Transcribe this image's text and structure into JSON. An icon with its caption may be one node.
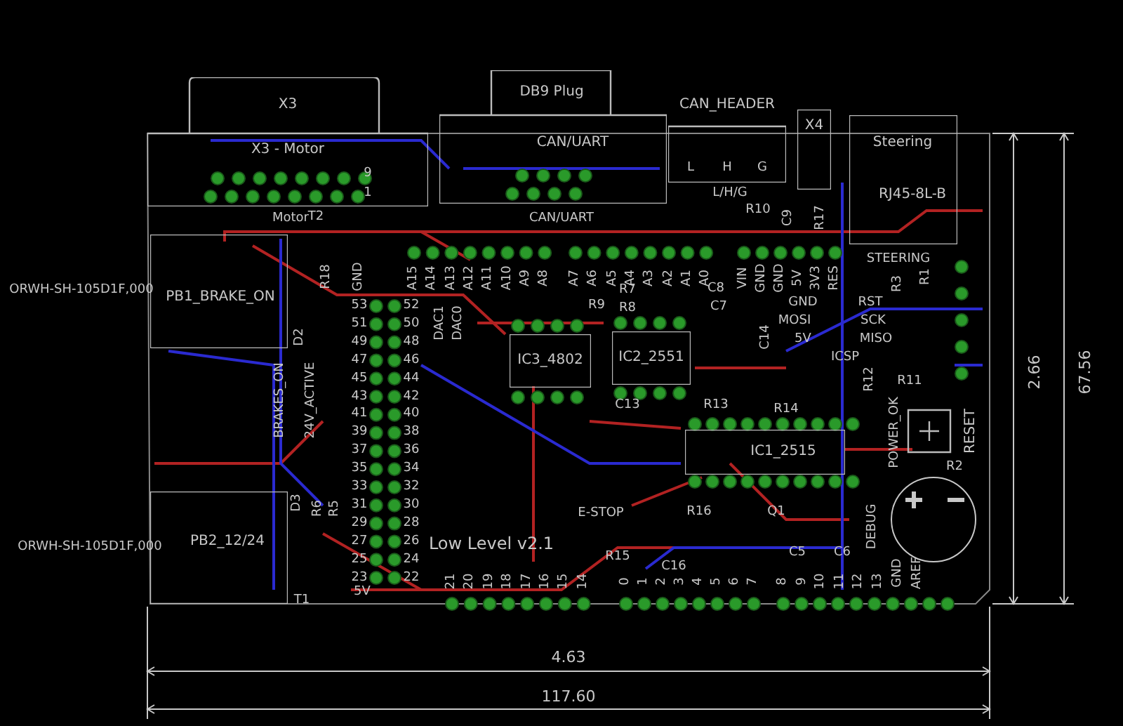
{
  "diagram": {
    "nodes": [
      {
        "text": [
          "X3",
          "X3 - Motor"
        ],
        "beside": [
          "Motor"
        ]
      },
      {
        "text": [
          "DB9 Plug",
          "CAN/UART"
        ],
        "beside": [
          "CAN/UART"
        ]
      },
      {
        "text": [
          "CAN_HEADER"
        ],
        "beside": [
          "L/H/G"
        ]
      },
      {
        "text": [
          "X4"
        ]
      },
      {
        "text": [
          "Steering",
          "RJ45-8L-B"
        ],
        "beside": [
          "STEERING"
        ]
      },
      {
        "text": [
          "PB1_BRAKE_ON"
        ],
        "beside": [
          "ORWH-SH-105D1F,000"
        ]
      },
      {
        "text": [
          "PB2_12/24"
        ],
        "beside": [
          "ORWH-SH-105D1F,000"
        ]
      },
      {
        "text": [
          "IC3_4802"
        ]
      },
      {
        "text": [
          "IC2_2551"
        ]
      },
      {
        "text": [
          "IC1_2515"
        ]
      },
      {
        "text": [
          "RESET"
        ]
      }
    ],
    "edges": [],
    "labels": [
      "9",
      "1",
      "L",
      "H",
      "G",
      "R10",
      "C9",
      "R17",
      "T2",
      "R18",
      "GND",
      "A15",
      "A14",
      "A13",
      "A12",
      "A11",
      "A10",
      "A9",
      "A8",
      "A7",
      "A6",
      "A5",
      "A4",
      "A3",
      "A2",
      "A1",
      "A0",
      "VIN",
      "GND",
      "GND",
      "5V",
      "3V3",
      "RES",
      "DAC1",
      "DAC0",
      "R9",
      "R7",
      "C8",
      "R8",
      "C7",
      "GND",
      "RST",
      "MOSI",
      "SCK",
      "5V",
      "MISO",
      "ICSP",
      "R3",
      "R1",
      "C14",
      "D2",
      "BRAKES_ON",
      "24V_ACTIVE",
      "C13",
      "R13",
      "R14",
      "R12",
      "R11",
      "POWER_OK",
      "R2",
      "53",
      "52",
      "51",
      "50",
      "49",
      "48",
      "47",
      "46",
      "45",
      "44",
      "43",
      "42",
      "41",
      "40",
      "39",
      "38",
      "37",
      "36",
      "35",
      "34",
      "33",
      "32",
      "31",
      "30",
      "29",
      "28",
      "27",
      "26",
      "25",
      "24",
      "23",
      "22",
      "D3",
      "R6",
      "R5",
      "E-STOP",
      "R16",
      "Q1",
      "DEBUG",
      "Low Level v2.1",
      "R15",
      "C16",
      "C5",
      "C6",
      "T1",
      "5V",
      "21",
      "20",
      "19",
      "18",
      "17",
      "16",
      "15",
      "14",
      "0",
      "1",
      "2",
      "3",
      "4",
      "5",
      "6",
      "7",
      "8",
      "9",
      "10",
      "11",
      "12",
      "13",
      "GND",
      "AREF",
      "4.63",
      "117.60",
      "2.66",
      "67.56"
    ]
  }
}
